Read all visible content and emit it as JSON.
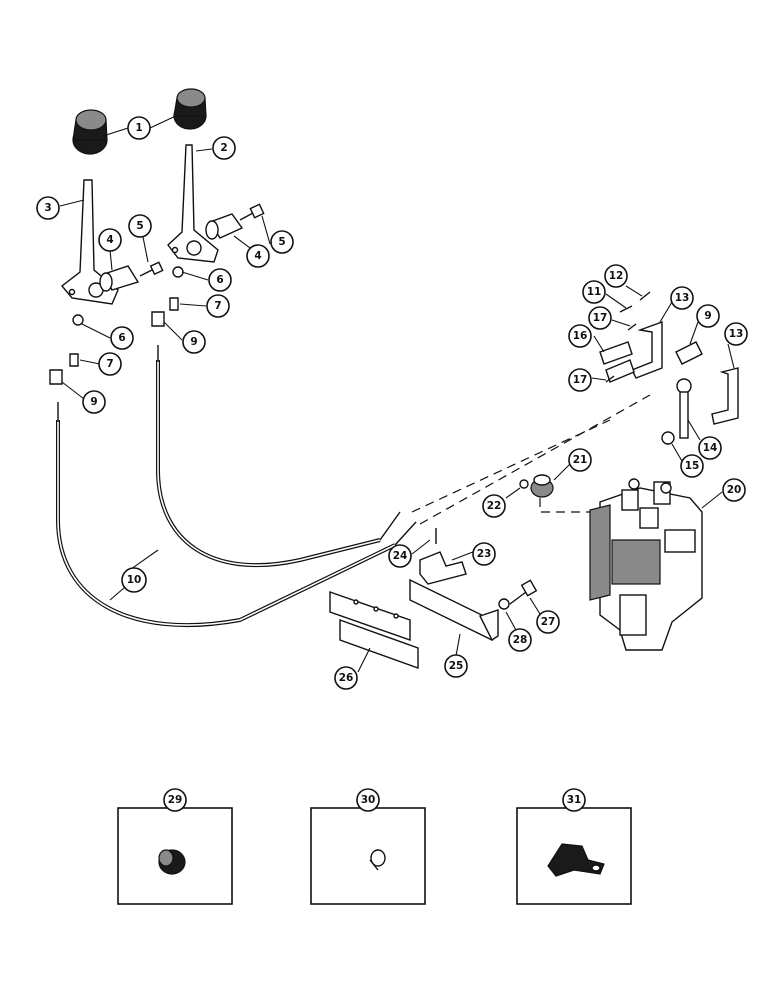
{
  "callouts": [
    {
      "id": "c1",
      "label": "1"
    },
    {
      "id": "c2",
      "label": "2"
    },
    {
      "id": "c3",
      "label": "3"
    },
    {
      "id": "c4a",
      "label": "4"
    },
    {
      "id": "c4b",
      "label": "4"
    },
    {
      "id": "c5a",
      "label": "5"
    },
    {
      "id": "c5b",
      "label": "5"
    },
    {
      "id": "c6a",
      "label": "6"
    },
    {
      "id": "c6b",
      "label": "6"
    },
    {
      "id": "c7a",
      "label": "7"
    },
    {
      "id": "c7b",
      "label": "7"
    },
    {
      "id": "c9a",
      "label": "9"
    },
    {
      "id": "c9b",
      "label": "9"
    },
    {
      "id": "c9c",
      "label": "9"
    },
    {
      "id": "c10",
      "label": "10"
    },
    {
      "id": "c11",
      "label": "11"
    },
    {
      "id": "c12",
      "label": "12"
    },
    {
      "id": "c13a",
      "label": "13"
    },
    {
      "id": "c13b",
      "label": "13"
    },
    {
      "id": "c14",
      "label": "14"
    },
    {
      "id": "c15",
      "label": "15"
    },
    {
      "id": "c16",
      "label": "16"
    },
    {
      "id": "c17a",
      "label": "17"
    },
    {
      "id": "c17b",
      "label": "17"
    },
    {
      "id": "c20",
      "label": "20"
    },
    {
      "id": "c21",
      "label": "21"
    },
    {
      "id": "c22",
      "label": "22"
    },
    {
      "id": "c23",
      "label": "23"
    },
    {
      "id": "c24",
      "label": "24"
    },
    {
      "id": "c25",
      "label": "25"
    },
    {
      "id": "c26",
      "label": "26"
    },
    {
      "id": "c27",
      "label": "27"
    },
    {
      "id": "c28",
      "label": "28"
    },
    {
      "id": "c29",
      "label": "29"
    },
    {
      "id": "c30",
      "label": "30"
    },
    {
      "id": "c31",
      "label": "31"
    }
  ]
}
